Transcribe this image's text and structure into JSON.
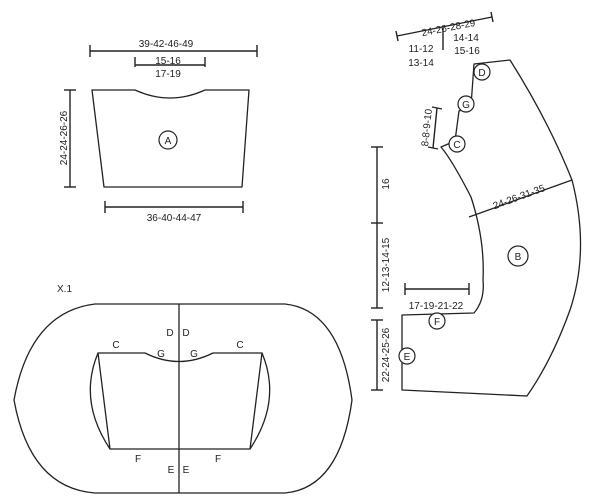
{
  "diagram": {
    "piece_a": {
      "marker": "A",
      "top_width": "39-42-46-49",
      "neck_width_1": "15-16",
      "neck_width_2": "17-19",
      "height": "24-24-26-26",
      "bottom_width": "36-40-44-47"
    },
    "piece_b": {
      "marker_b": "B",
      "marker_c": "C",
      "marker_d": "D",
      "marker_e": "E",
      "marker_f": "F",
      "marker_g": "G",
      "top_width": "24-26-28-29",
      "top_left_1": "11-12",
      "top_left_2": "13-14",
      "top_right_1": "14-14",
      "top_right_2": "15-16",
      "g_height": "8-8-9-10",
      "upper_length": "16",
      "mid_length": "12-13-14-15",
      "lower_length": "22-24-25-26",
      "width_middle": "24-26-31-35",
      "f_width": "17-19-21-22"
    },
    "assembly": {
      "title": "X.1",
      "label_c_left": "C",
      "label_g_left": "G",
      "label_d_left": "D",
      "label_d_right": "D",
      "label_g_right": "G",
      "label_c_right": "C",
      "label_f_left": "F",
      "label_e_left": "E",
      "label_e_right": "E",
      "label_f_right": "F"
    }
  }
}
